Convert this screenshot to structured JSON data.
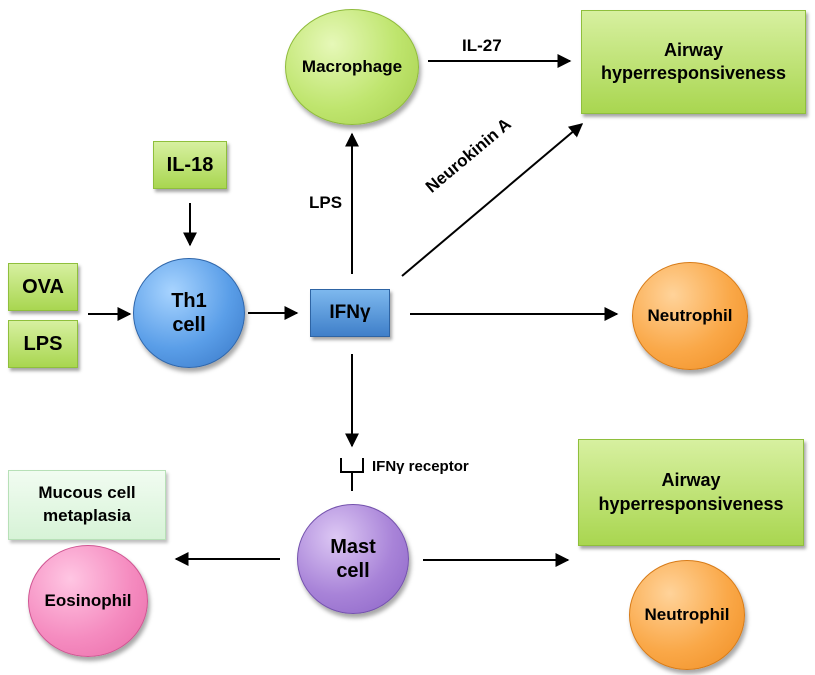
{
  "nodes": {
    "il18": "IL-18",
    "ova": "OVA",
    "lps_input": "LPS",
    "th1_line1": "Th1",
    "th1_line2": "cell",
    "ifng": "IFNγ",
    "macrophage": "Macrophage",
    "airway_top_line1": "Airway",
    "airway_top_line2": "hyperresponsiveness",
    "neutrophil_right": "Neutrophil",
    "mucous_line1": "Mucous cell",
    "mucous_line2": "metaplasia",
    "eosinophil": "Eosinophil",
    "mast_line1": "Mast",
    "mast_line2": "cell",
    "airway_bottom_line1": "Airway",
    "airway_bottom_line2": "hyperresponsiveness",
    "neutrophil_bottom": "Neutrophil"
  },
  "edge_labels": {
    "il27": "IL-27",
    "lps_up": "LPS",
    "neurokinin": "Neurokinin A",
    "ifng_receptor": "IFNγ receptor"
  },
  "colors": {
    "green_box": "#a9d650",
    "pale_box": "#d7f3d7",
    "ifng_box": "#3f7fc9",
    "macrophage": "#bfe56e",
    "th1_cell": "#5a9ee8",
    "neutrophil": "#faa848",
    "mast_cell": "#a883d8",
    "eosinophil": "#f58cc0",
    "arrow": "#000000"
  }
}
